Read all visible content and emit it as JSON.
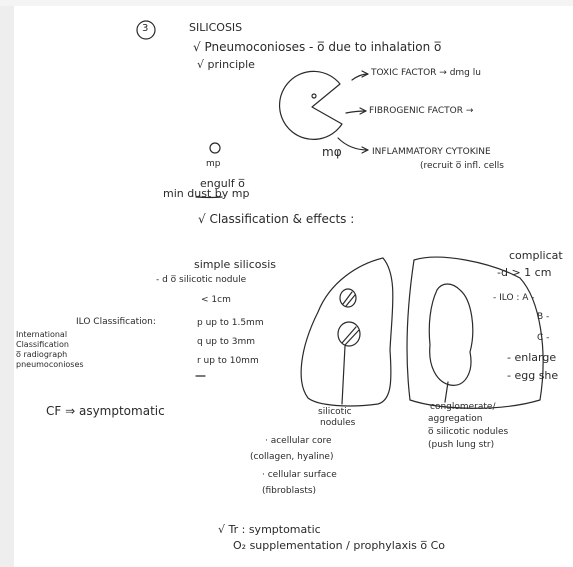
{
  "page": {
    "number": "3",
    "title": "SILICOSIS",
    "pneumoconioses": "√ Pneumoconioses - o̅ due to inhalation o̅",
    "principle": "√ principle",
    "toxic_factor": "TOXIC FACTOR → dmg lu",
    "fibrogenic_factor": "FIBROGENIC FACTOR →",
    "inflammatory_cytokine": "INFLAMMATORY CYTOKINE",
    "recruit_cells": "(recruit o̅ infl. cells",
    "mp_label": "mp",
    "macrophage_label": "mφ",
    "engulf_1": "engulf o̅",
    "engulf_2": "min dust by mp",
    "classification": "√ Classification & effects :",
    "simple_silicosis": "simple silicosis",
    "simple_d": "- d o̅ silicotic nodule",
    "simple_size": "< 1cm",
    "ilo_classification": "ILO Classification:",
    "ilo_legend": [
      "International",
      "Classification",
      "o̅ radiograph",
      "pneumoconioses"
    ],
    "ilo_p": "p  up to 1.5mm",
    "ilo_q": "q  up to 3mm",
    "ilo_r": "r  up to 10mm",
    "cf": "CF  ⇒ asymptomatic",
    "complicated": "complicat",
    "complicated_d": "-d > 1 cm",
    "complicated_ilo": "- ILO :  A -",
    "complicated_b": "B -",
    "complicated_c": "C -",
    "complicated_enlarged": "- enlarge",
    "complicated_egg": "- egg she",
    "silicotic_nodules_1": "silicotic",
    "silicotic_nodules_2": "nodules",
    "conglomerate_1": "conglomerate/",
    "conglomerate_2": "aggregation",
    "conglomerate_3": "o̅ silicotic nodules",
    "conglomerate_4": "(push lung str)",
    "acellular_core": "· acellular core",
    "collagen": "(collagen, hyaline)",
    "cellular_surface": "· cellular surface",
    "fibroblasts": "(fibroblasts)",
    "treatment": "√ Tr : symptomatic",
    "o2": "O₂ supplementation / prophylaxis o̅ Co"
  },
  "colors": {
    "ink": "#2a2a2a",
    "paper": "#ffffff",
    "margin": "#eeeeee"
  }
}
